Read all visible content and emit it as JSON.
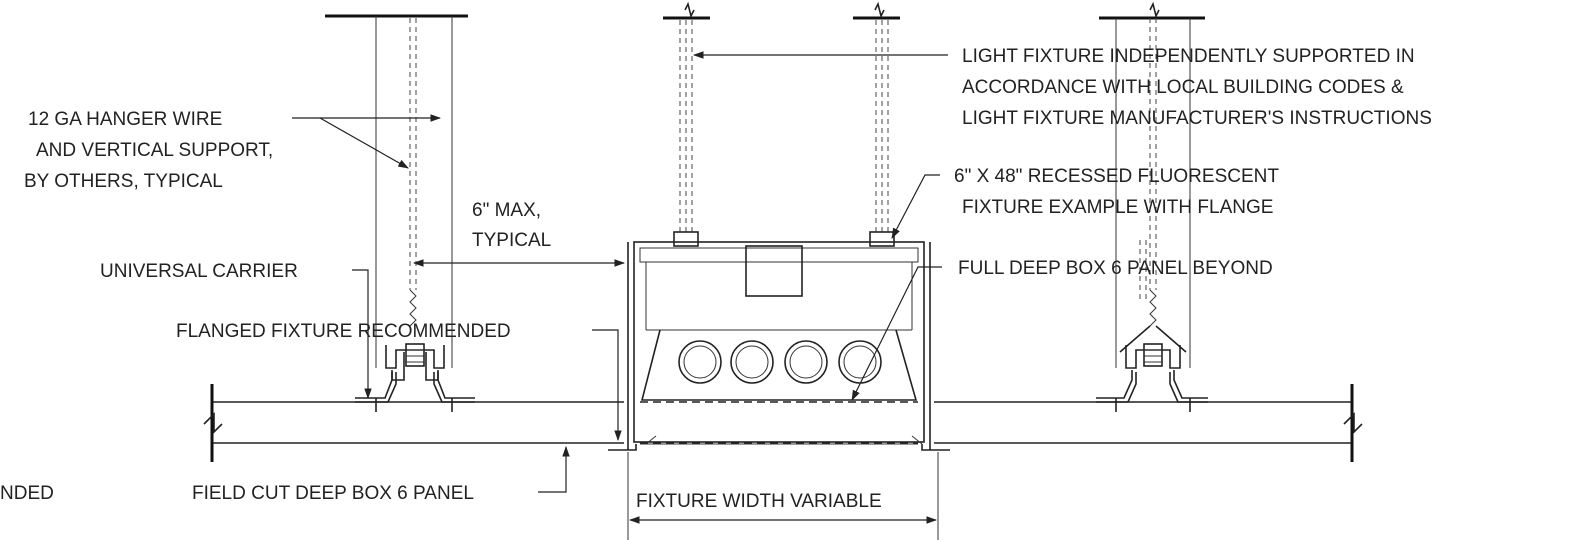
{
  "labels": {
    "hanger_wire": [
      "12 GA HANGER WIRE",
      "AND VERTICAL SUPPORT,",
      "BY OTHERS, TYPICAL"
    ],
    "max_spacing": [
      "6\" MAX,",
      "TYPICAL"
    ],
    "universal_carrier": "UNIVERSAL CARRIER",
    "flanged_fixture": "FLANGED FIXTURE RECOMMENDED",
    "partial_left": "NDED",
    "field_cut": "FIELD CUT DEEP BOX 6 PANEL",
    "fixture_width": "FIXTURE WIDTH VARIABLE",
    "independent_support": [
      "LIGHT FIXTURE INDEPENDENTLY SUPPORTED IN",
      "ACCORDANCE WITH LOCAL BUILDING CODES &",
      "LIGHT FIXTURE MANUFACTURER'S INSTRUCTIONS"
    ],
    "fixture_example": [
      "6\" X 48\" RECESSED FLUORESCENT",
      "FIXTURE EXAMPLE WITH FLANGE"
    ],
    "full_deep_box": "FULL DEEP BOX 6 PANEL BEYOND"
  },
  "colors": {
    "line": "#222222",
    "background": "#ffffff"
  }
}
